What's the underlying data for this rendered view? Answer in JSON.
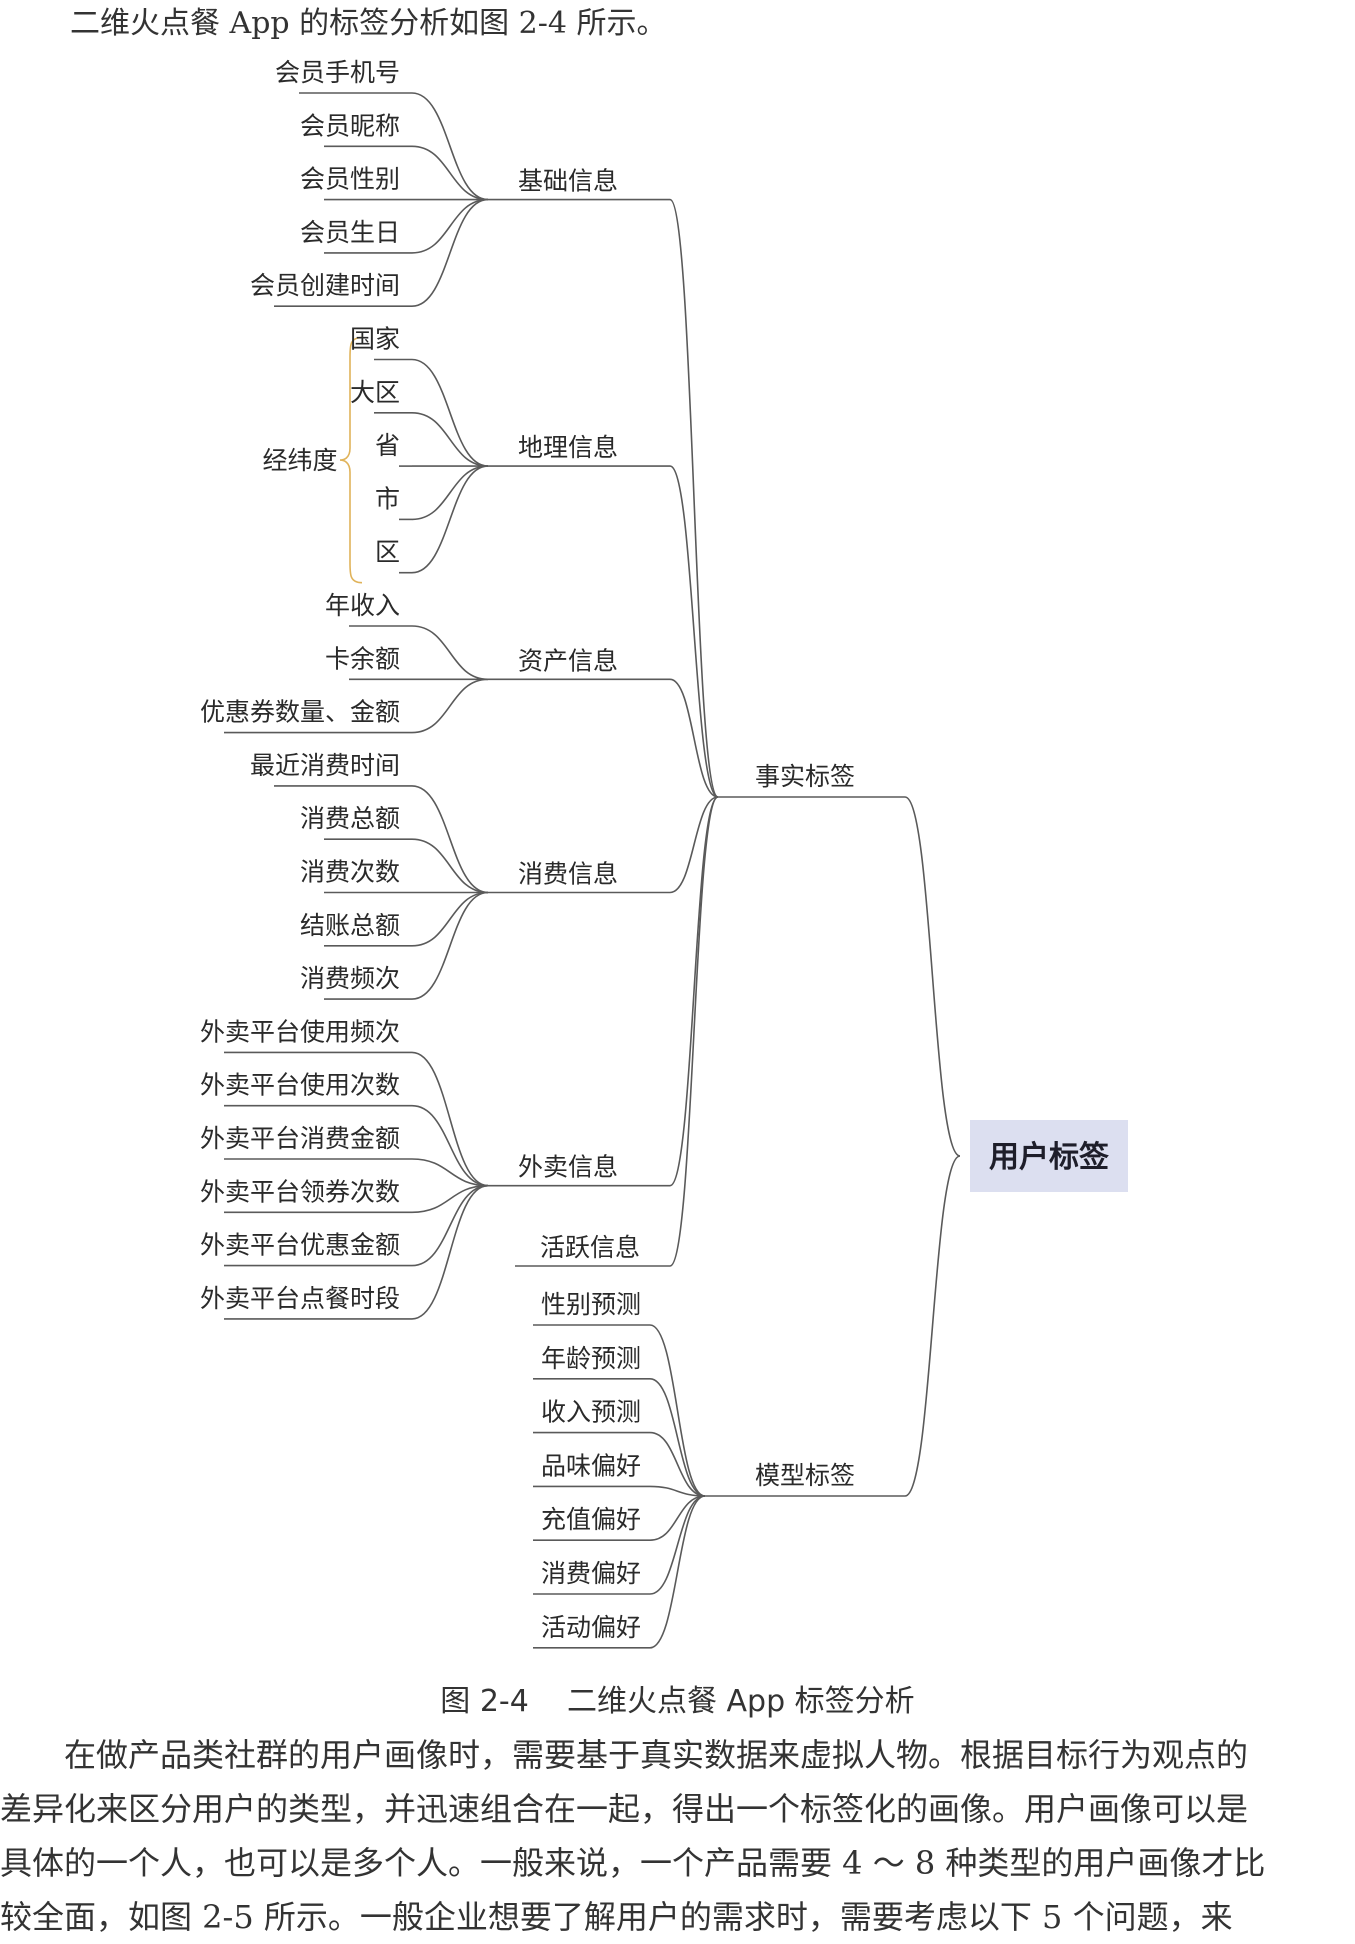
{
  "intro_text": "二维火点餐 App 的标签分析如图 2-4 所示。",
  "diagram": {
    "root": "用户标签",
    "root_color": "#dcdff0",
    "line_color": "#5a5a5a",
    "brace_color": "#e0b35a",
    "brace_label": "经纬度",
    "branches": [
      {
        "label": "事实标签",
        "groups": [
          {
            "label": "基础信息",
            "items": [
              "会员手机号",
              "会员昵称",
              "会员性别",
              "会员生日",
              "会员创建时间"
            ]
          },
          {
            "label": "地理信息",
            "items": [
              "国家",
              "大区",
              "省",
              "市",
              "区"
            ]
          },
          {
            "label": "资产信息",
            "items": [
              "年收入",
              "卡余额",
              "优惠券数量、金额"
            ]
          },
          {
            "label": "消费信息",
            "items": [
              "最近消费时间",
              "消费总额",
              "消费次数",
              "结账总额",
              "消费频次"
            ]
          },
          {
            "label": "外卖信息",
            "items": [
              "外卖平台使用频次",
              "外卖平台使用次数",
              "外卖平台消费金额",
              "外卖平台领券次数",
              "外卖平台优惠金额",
              "外卖平台点餐时段"
            ]
          },
          {
            "label": "活跃信息",
            "items": []
          }
        ]
      },
      {
        "label": "模型标签",
        "items": [
          "性别预测",
          "年龄预测",
          "收入预测",
          "品味偏好",
          "充值偏好",
          "消费偏好",
          "活动偏好"
        ]
      }
    ]
  },
  "caption": {
    "figure_no": "图 2-4",
    "title": "二维火点餐 App 标签分析"
  },
  "paragraph_lines": [
    "　　在做产品类社群的用户画像时，需要基于真实数据来虚拟人物。根据目标行为观点的",
    "差异化来区分用户的类型，并迅速组合在一起，得出一个标签化的画像。用户画像可以是",
    "具体的一个人，也可以是多个人。一般来说，一个产品需要 4 ～ 8 种类型的用户画像才比",
    "较全面，如图 2-5 所示。一般企业想要了解用户的需求时，需要考虑以下 5 个问题，来"
  ]
}
